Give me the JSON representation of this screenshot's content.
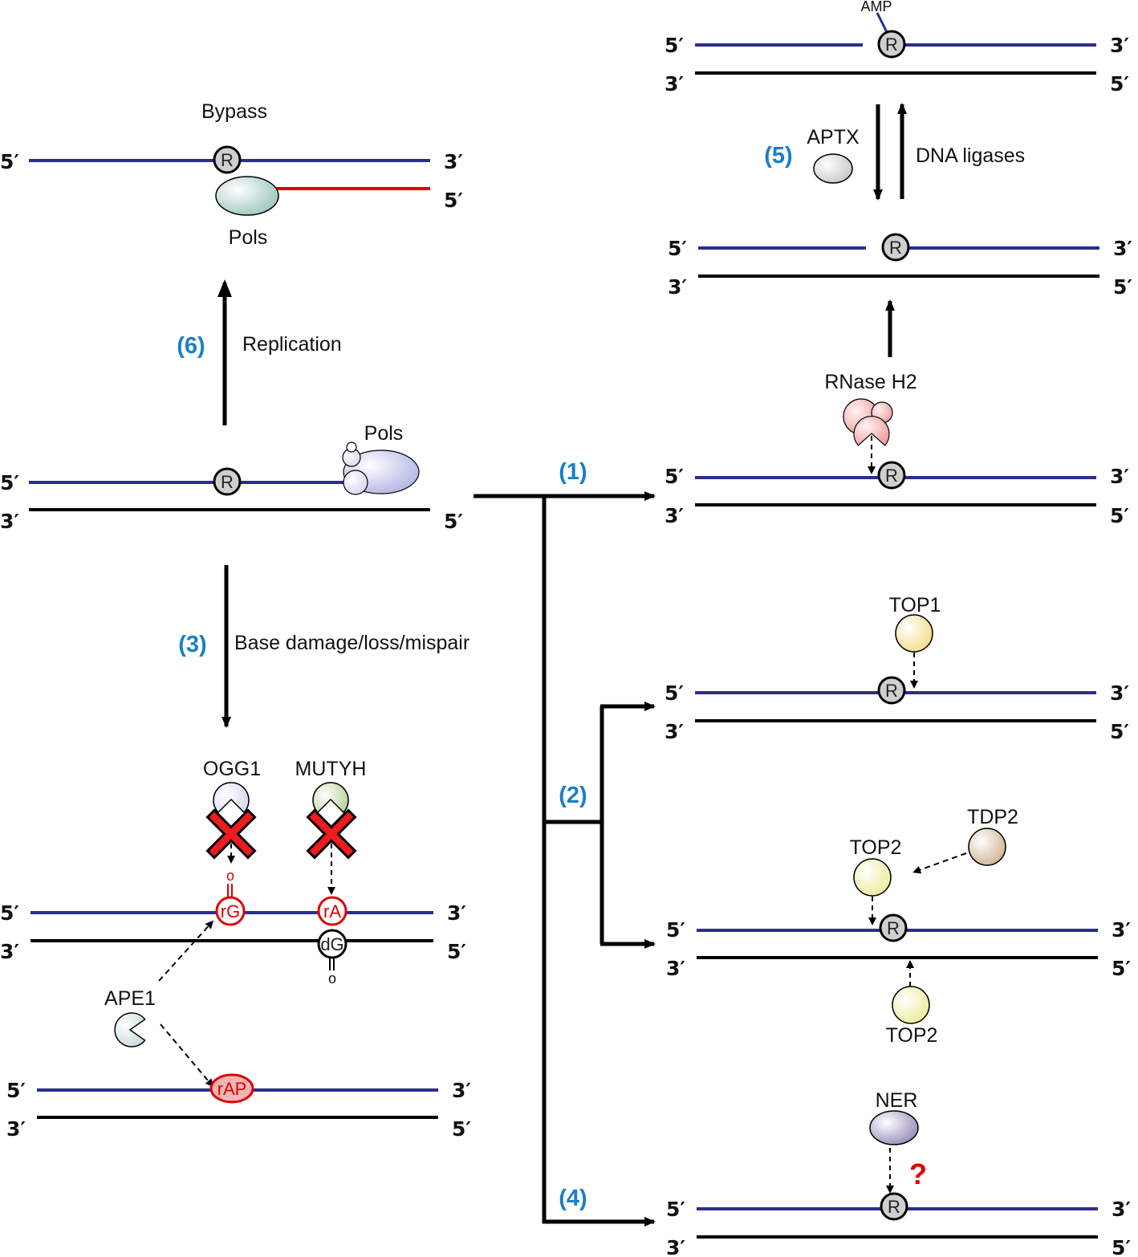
{
  "colors": {
    "template_strand": "#2b2d8e",
    "complement_strand": "#000000",
    "new_strand": "#e00000",
    "step_numbers": "#1a7fc6",
    "damage": "#e00000"
  },
  "strand_ends": {
    "five": "5′",
    "three": "3′"
  },
  "ribo_label": "R",
  "top": {
    "bypass": "Bypass",
    "pols": "Pols",
    "step6": "(6)",
    "replication": "Replication"
  },
  "center": {
    "pols": "Pols",
    "step3": "(3)",
    "base_damage": "Base damage/loss/mispair"
  },
  "glycosylases": {
    "ogg1": "OGG1",
    "mutyh": "MUTYH",
    "oxo": "o",
    "rG": "rG",
    "rA": "rA",
    "dG": "dG",
    "ape1": "APE1",
    "rAP": "rAP"
  },
  "branch": {
    "step1": "(1)",
    "step2": "(2)",
    "step4": "(4)"
  },
  "rnaseh2_path": {
    "amp": "AMP",
    "step5": "(5)",
    "aptx": "APTX",
    "dna_ligases": "DNA ligases",
    "rnase_h2": "RNase H2"
  },
  "topo_path": {
    "top1": "TOP1",
    "tdp2": "TDP2",
    "top2_upper": "TOP2",
    "top2_lower": "TOP2"
  },
  "ner_path": {
    "ner": "NER",
    "question": "?"
  }
}
